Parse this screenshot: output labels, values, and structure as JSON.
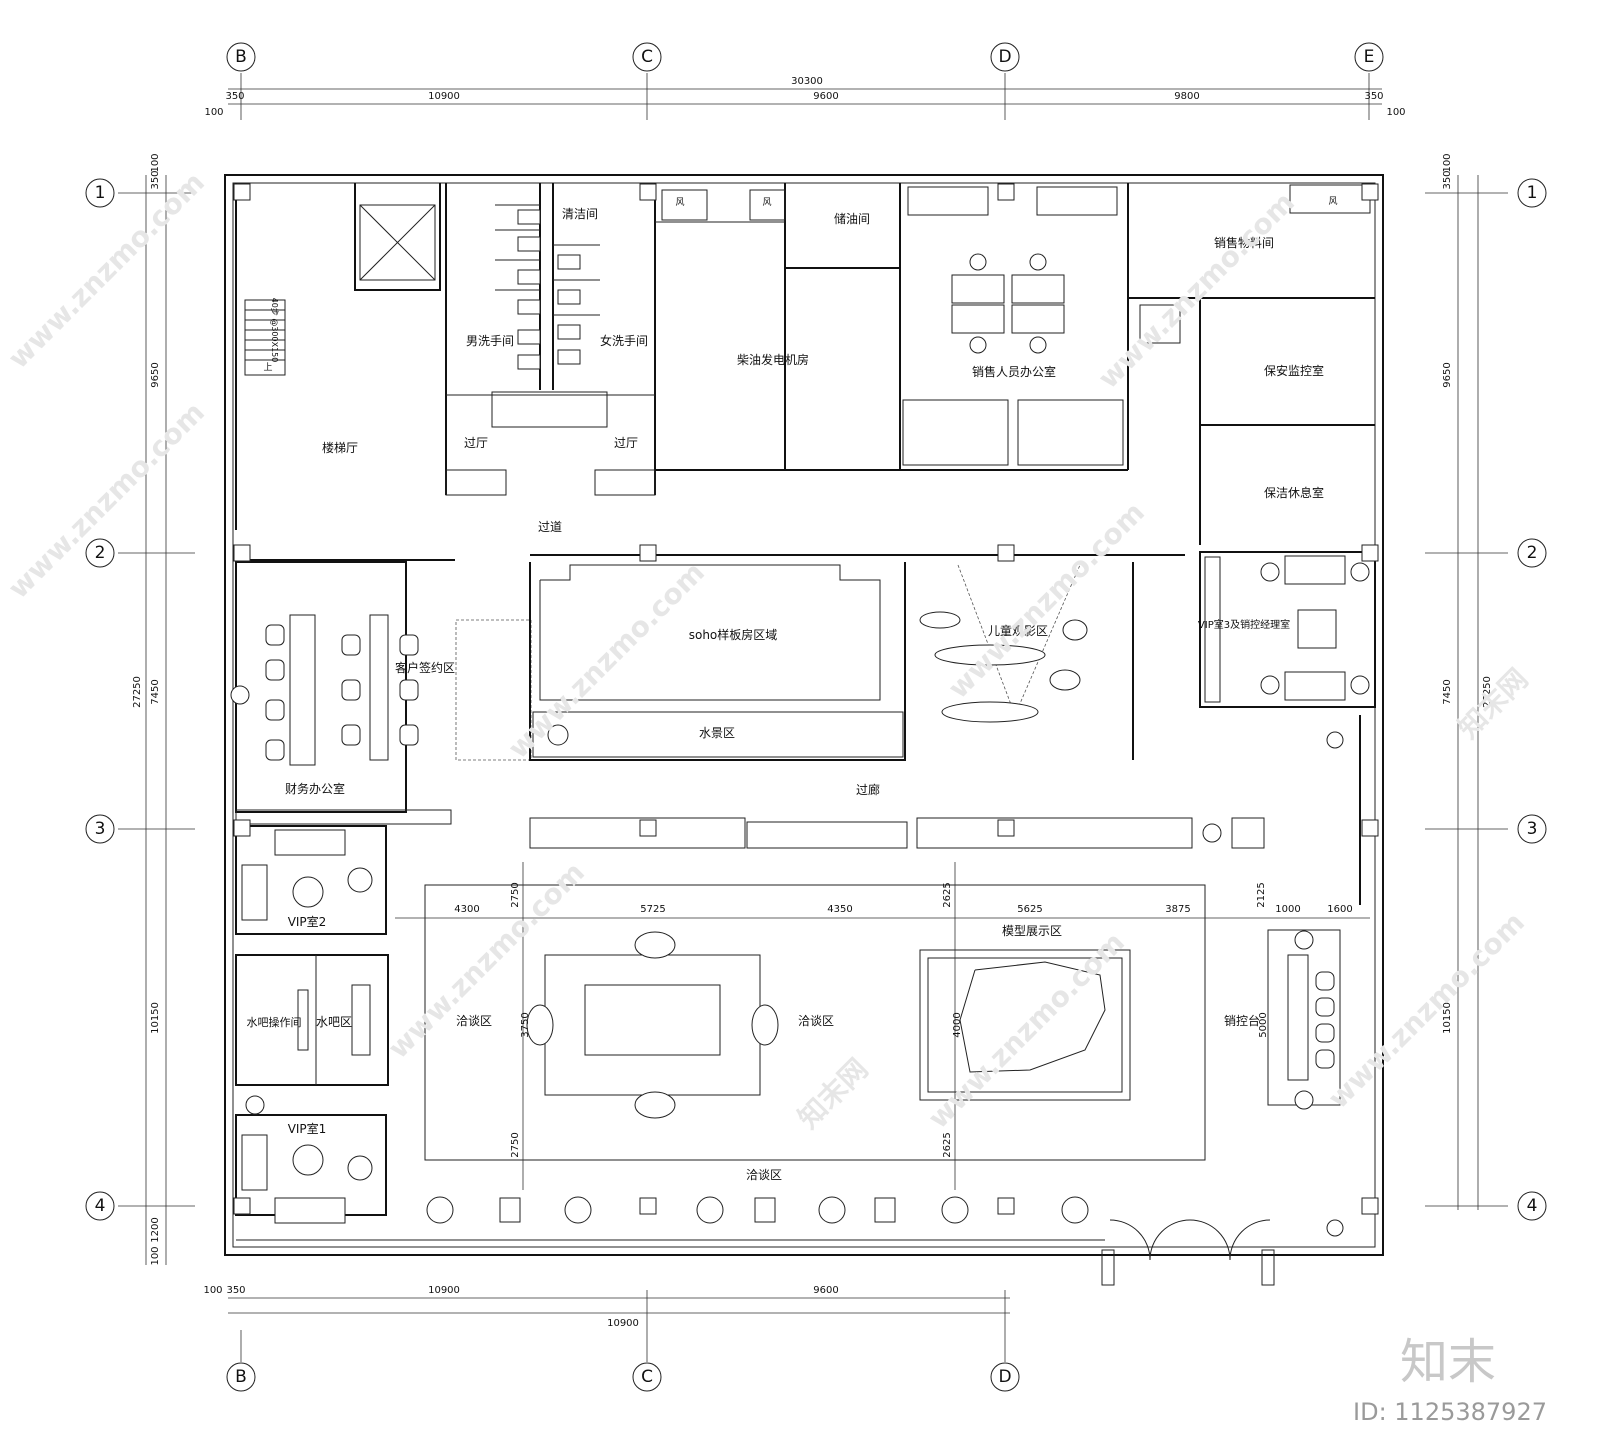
{
  "grid": {
    "columns_top": [
      "B",
      "C",
      "D",
      "E"
    ],
    "columns_bottom": [
      "B",
      "C",
      "D"
    ],
    "rows": [
      "1",
      "2",
      "3",
      "4"
    ]
  },
  "dimensions": {
    "top_overall": "30300",
    "top_segments": [
      "350",
      "10900",
      "9600",
      "9800",
      "350"
    ],
    "top_small": [
      "100",
      "100"
    ],
    "bottom_segments": [
      "100",
      "350",
      "10900",
      "9600"
    ],
    "bottom_overall": "10900",
    "left_segments": [
      "350",
      "100",
      "9650",
      "7450",
      "10150",
      "1200",
      "100"
    ],
    "left_overall": "27250",
    "right_segments": [
      "350",
      "100",
      "9650",
      "7450",
      "10150"
    ],
    "right_overall": "27250",
    "inner": [
      "4300",
      "2750",
      "5725",
      "4350",
      "2625",
      "5625",
      "3875",
      "2125",
      "1000",
      "1600",
      "3750",
      "4000",
      "5000",
      "2750",
      "2625"
    ]
  },
  "rooms": {
    "stair_hall": "楼梯厅",
    "stair_note": "上",
    "stair_count": "40步 @300X150",
    "cleaning": "清洁间",
    "mens": "男洗手间",
    "womens": "女洗手间",
    "lobby_left": "过厅",
    "lobby_right": "过厅",
    "oil_storage": "储油间",
    "generator": "柴油发电机房",
    "sales_office": "销售人员办公室",
    "sales_storage": "销售物料间",
    "security": "保安监控室",
    "cleaner_rest": "保洁休息室",
    "corridor": "过道",
    "finance": "财务办公室",
    "signing": "客户签约区",
    "soho": "soho样板房区域",
    "water_feature": "水景区",
    "kids_theater": "儿童观影区",
    "vip3": "VIP室3及销控经理室",
    "gallery": "过廊",
    "vip2": "VIP室2",
    "bar_ops": "水吧操作间",
    "bar": "水吧区",
    "vip1": "VIP室1",
    "negotiation_left": "洽谈区",
    "negotiation_right": "洽谈区",
    "negotiation_bottom": "洽谈区",
    "model_display": "模型展示区",
    "sales_desk": "销控台",
    "vent_label": "风"
  },
  "watermark": {
    "site": "www.znzmo.com",
    "cn": "知末网",
    "brand": "知末",
    "id": "ID: 1125387927"
  }
}
